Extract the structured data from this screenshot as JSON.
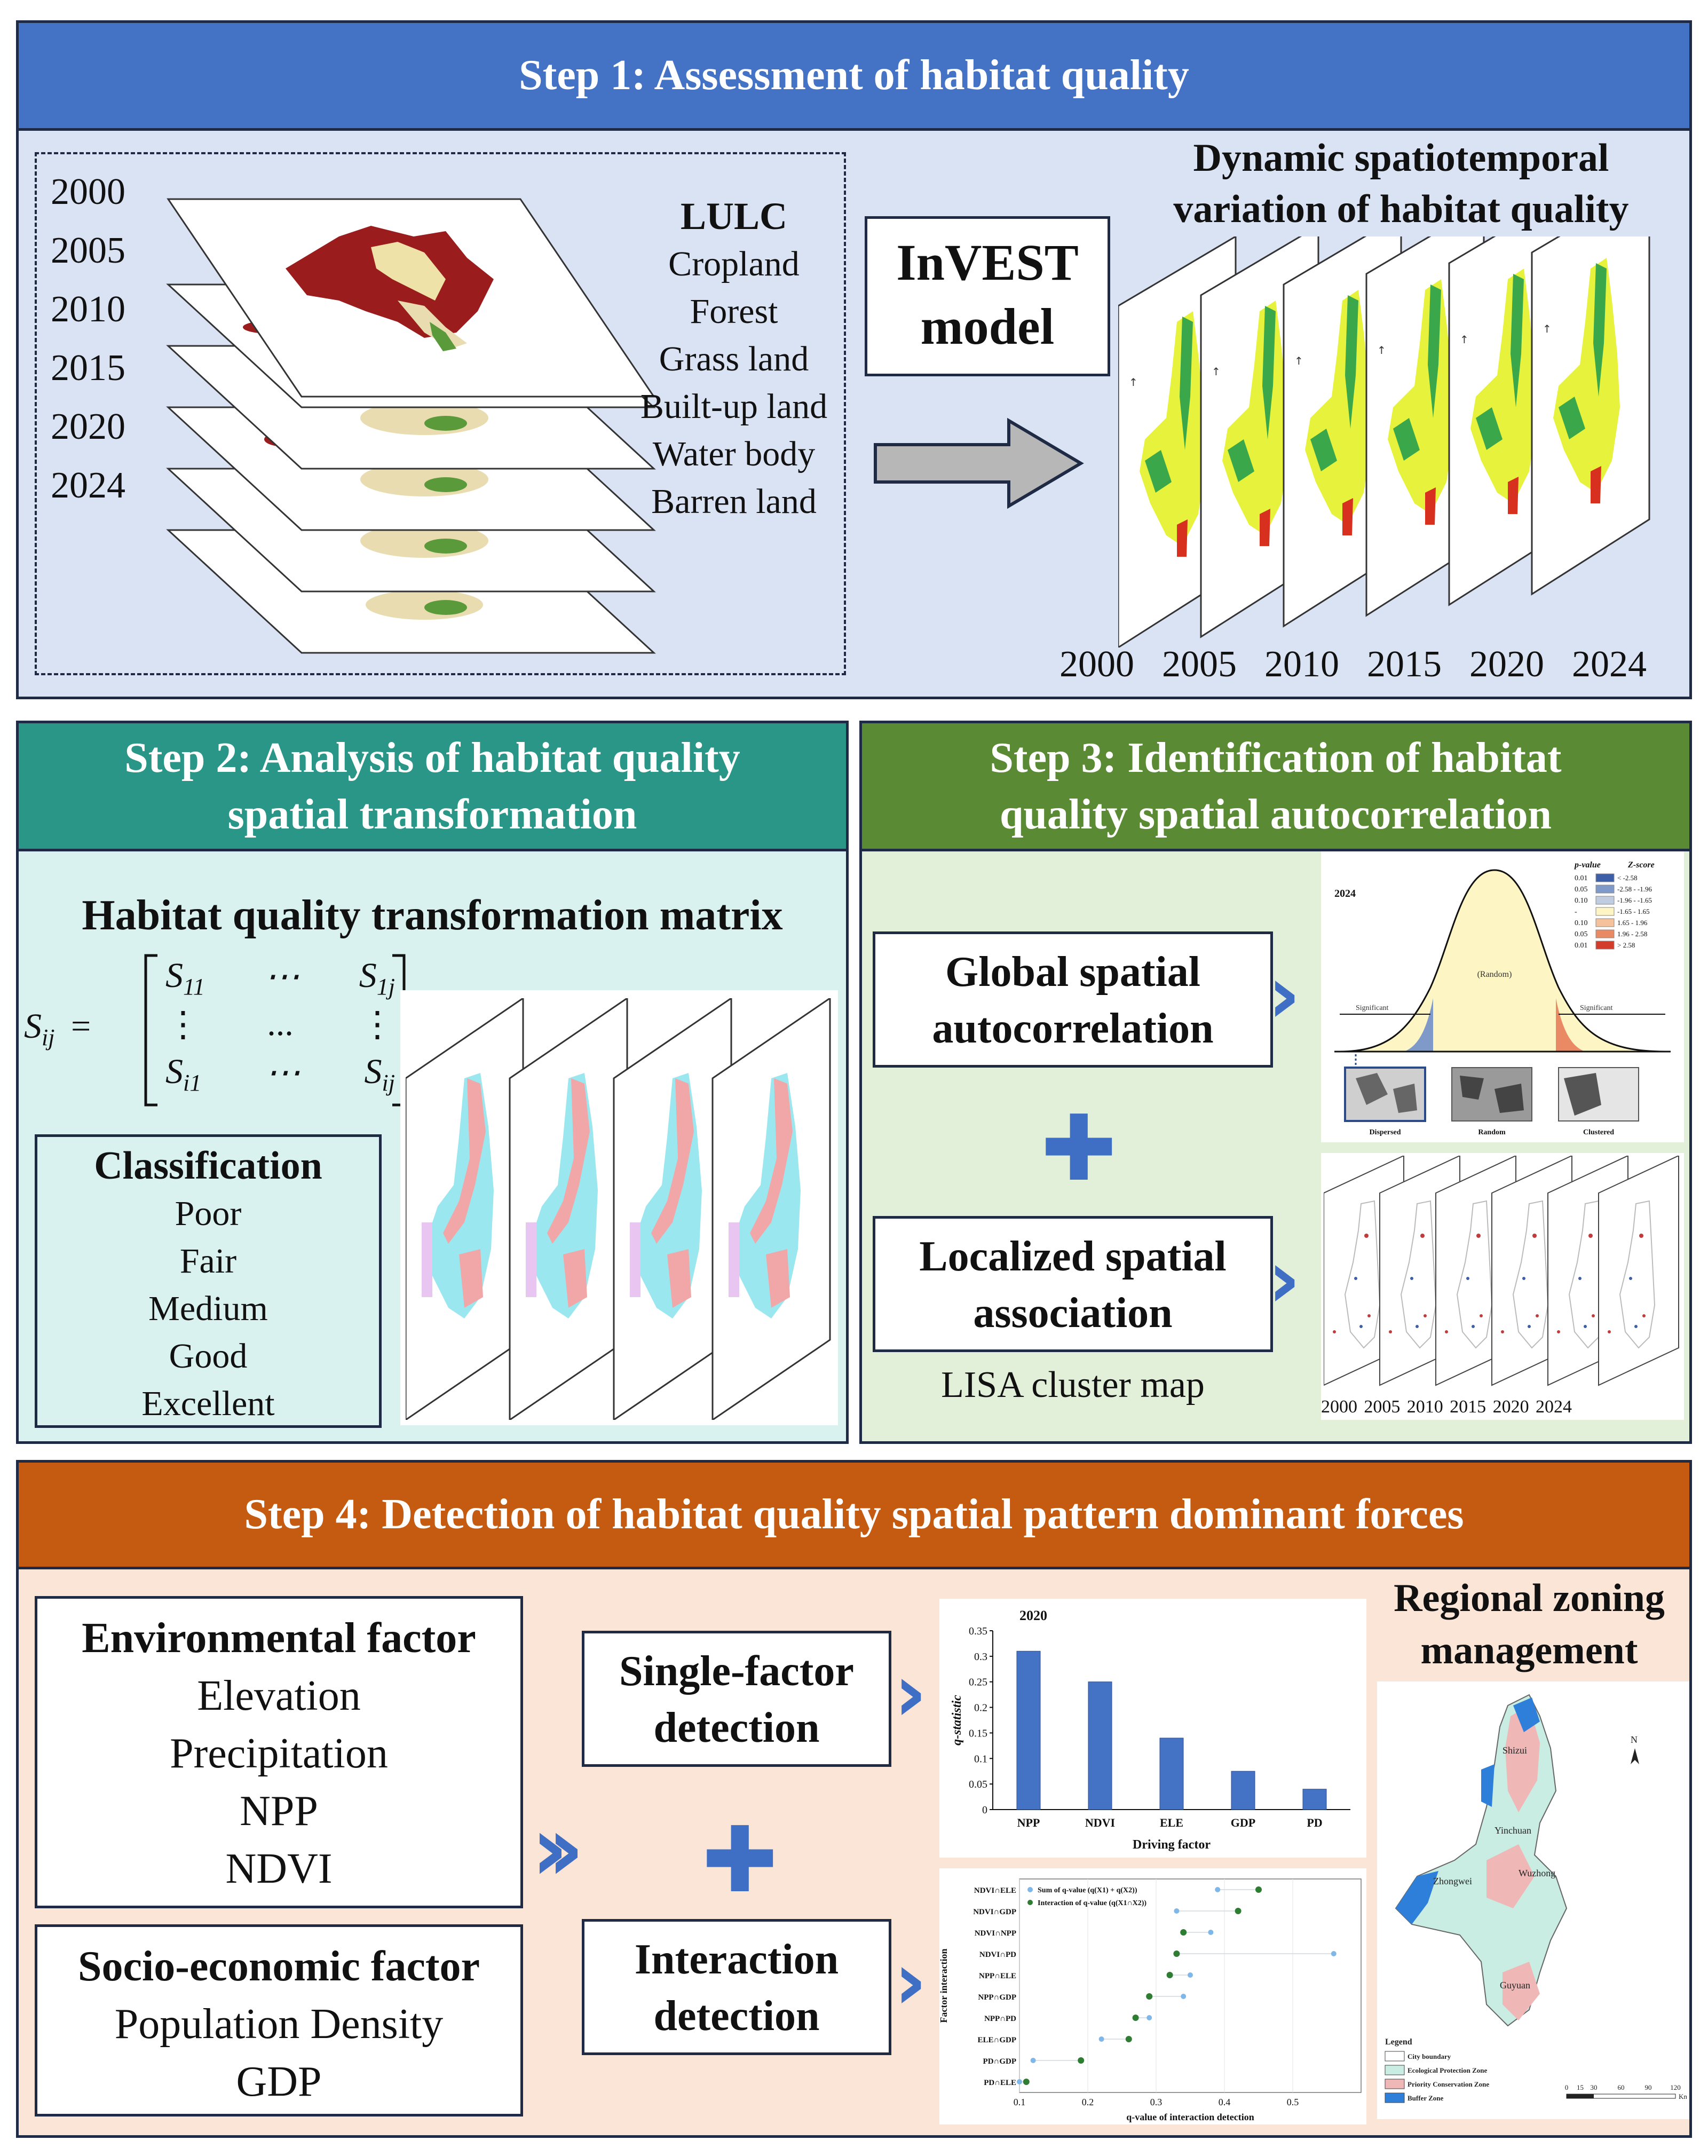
{
  "step1": {
    "title": "Step 1: Assessment of habitat quality",
    "years": [
      "2000",
      "2005",
      "2010",
      "2015",
      "2020",
      "2024"
    ],
    "lulc_title": "LULC",
    "lulc_classes": [
      "Cropland",
      "Forest",
      "Grass land",
      "Built-up land",
      "Water body",
      "Barren land"
    ],
    "model_label": "InVEST model",
    "model_lines": [
      "InVEST",
      "model"
    ],
    "output_title_lines": [
      "Dynamic spatiotemporal",
      "variation of habitat quality"
    ],
    "output_years": [
      "2000",
      "2005",
      "2010",
      "2015",
      "2020",
      "2024"
    ],
    "colors": {
      "header": "#4472c4",
      "bg": "#dae3f3"
    }
  },
  "step2": {
    "title_lines": [
      "Step 2: Analysis of habitat quality",
      "spatial transformation"
    ],
    "matrix_title": "Habitat quality transformation matrix",
    "matrix_lhs": "S",
    "matrix_lhs_sub": "ij",
    "matrix_cells": [
      [
        "S",
        "11",
        "⋯",
        "",
        "S",
        "1j"
      ],
      [
        "⋮",
        "",
        "...",
        "",
        "⋮",
        ""
      ],
      [
        "S",
        "i1",
        "⋯",
        "",
        "S",
        "ij"
      ]
    ],
    "classification_title": "Classification",
    "classification_items": [
      "Poor",
      "Fair",
      "Medium",
      "Good",
      "Excellent"
    ],
    "colors": {
      "header": "#2a9688",
      "bg": "#d9f2f0"
    }
  },
  "step3": {
    "title_lines": [
      "Step 3: Identification of habitat",
      "quality spatial autocorrelation"
    ],
    "global_label_lines": [
      "Global spatial",
      "autocorrelation"
    ],
    "local_label_lines": [
      "Localized spatial",
      "association"
    ],
    "lisa_caption": "LISA cluster map",
    "bell": {
      "year": "2024",
      "center_label": "(Random)",
      "left_label": "Significant",
      "right_label": "Significant",
      "legend_headers": [
        "p-value",
        "Z-score"
      ],
      "legend_rows": [
        {
          "p": "0.01",
          "z": "< -2.58",
          "color": "#3d5fa8"
        },
        {
          "p": "0.05",
          "z": "-2.58 - -1.96",
          "color": "#7f9ac8"
        },
        {
          "p": "0.10",
          "z": "-1.96 - -1.65",
          "color": "#c0cde0"
        },
        {
          "p": "-",
          "z": "-1.65 - 1.65",
          "color": "#fdf5c4"
        },
        {
          "p": "0.10",
          "z": "1.65 - 1.96",
          "color": "#f5c29c"
        },
        {
          "p": "0.05",
          "z": "1.96 - 2.58",
          "color": "#ea8a64"
        },
        {
          "p": "0.01",
          "z": "> 2.58",
          "color": "#d33b2b"
        }
      ],
      "pattern_labels": [
        "Dispersed",
        "Random",
        "Clustered"
      ]
    },
    "lisa_years": [
      "2000",
      "2005",
      "2010",
      "2015",
      "2020",
      "2024"
    ],
    "colors": {
      "header": "#5a8a34",
      "bg": "#e2efd9"
    }
  },
  "step4": {
    "title": "Step 4: Detection of habitat quality spatial pattern dominant forces",
    "env_title": "Environmental factor",
    "env_items": [
      "Elevation",
      "Precipitation",
      "NPP",
      "NDVI"
    ],
    "socio_title": "Socio-economic factor",
    "socio_items": [
      "Population Density",
      "GDP"
    ],
    "single_lines": [
      "Single-factor",
      "detection"
    ],
    "interaction_lines": [
      "Interaction",
      "detection"
    ],
    "zoning_title_lines": [
      "Regional zoning",
      "management"
    ],
    "map": {
      "north": "N",
      "places": [
        "Shizui",
        "Yinchuan",
        "Wuzhong",
        "Zhongwei",
        "Guyuan"
      ],
      "legend_title": "Legend",
      "legend_items": [
        {
          "label": "City boundary",
          "color": "#ffffff"
        },
        {
          "label": "Ecological Protection Zone",
          "color": "#c9ece3"
        },
        {
          "label": "Priority Conservation Zone",
          "color": "#f0b7b7"
        },
        {
          "label": "Buffer Zone",
          "color": "#2e7fd9"
        }
      ],
      "scale_ticks": [
        "0",
        "15",
        "30",
        "60",
        "90",
        "120"
      ],
      "scale_unit": "Km"
    },
    "colors": {
      "header": "#c55a11",
      "bg": "#fbe5d6"
    }
  },
  "chart_data": [
    {
      "type": "bar",
      "title": "2020",
      "categories": [
        "NPP",
        "NDVI",
        "ELE",
        "GDP",
        "PD"
      ],
      "values": [
        0.31,
        0.25,
        0.14,
        0.075,
        0.04
      ],
      "xlabel": "Driving factor",
      "ylabel": "q-statistic",
      "ylim": [
        0,
        0.35
      ],
      "yticks": [
        "0",
        "0.05",
        "0.1",
        "0.15",
        "0.2",
        "0.25",
        "0.3",
        "0.35"
      ],
      "bar_color": "#4472c4"
    },
    {
      "type": "scatter",
      "xlabel": "q-value of interaction detection",
      "ylabel": "Factor interaction",
      "xlim": [
        0.1,
        0.6
      ],
      "xticks": [
        "0.1",
        "0.2",
        "0.3",
        "0.4",
        "0.5"
      ],
      "categories": [
        "NDVI∩ELE",
        "NDVI∩GDP",
        "NDVI∩NPP",
        "NDVI∩PD",
        "NPP∩ELE",
        "NPP∩GDP",
        "NPP∩PD",
        "ELE∩GDP",
        "PD∩GDP",
        "PD∩ELE"
      ],
      "series": [
        {
          "name": "Sum of q-value (q(X1) + q(X2))",
          "color": "#7fb8e8",
          "values": [
            0.39,
            0.33,
            0.38,
            0.56,
            0.35,
            0.34,
            0.29,
            0.22,
            0.12,
            0.1
          ]
        },
        {
          "name": "Interaction of q-value (q(X1∩X2))",
          "color": "#2e7d32",
          "values": [
            0.45,
            0.42,
            0.34,
            0.33,
            0.32,
            0.29,
            0.27,
            0.26,
            0.19,
            0.11
          ]
        }
      ]
    }
  ]
}
